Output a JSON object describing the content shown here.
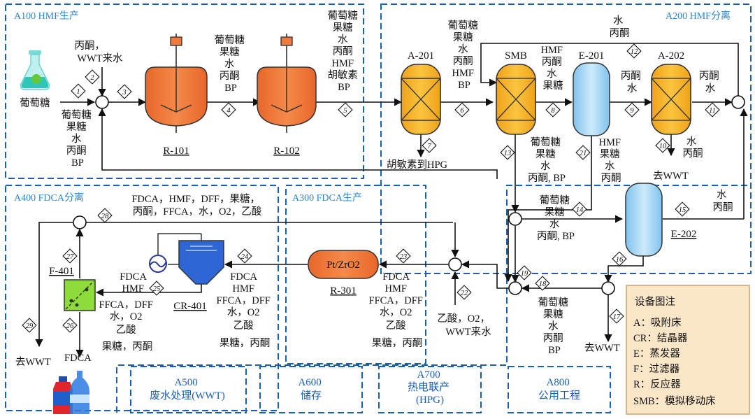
{
  "areas": {
    "a100": "A100 HMF生产",
    "a200": "A200 HMF分离",
    "a300": "A300 FDCA生产",
    "a400": "A400 FDCA分离",
    "a500": [
      "A500",
      "废水处理(WWT)"
    ],
    "a600": [
      "A600",
      "储存"
    ],
    "a700": [
      "A700",
      "热电联产",
      "(HPG)"
    ],
    "a800": [
      "A800",
      "公用工程"
    ]
  },
  "equipment": {
    "r101": "R-101",
    "r102": "R-102",
    "a201": "A-201",
    "smb": "SMB",
    "e201": "E-201",
    "a202": "A-202",
    "e202": "E-202",
    "r301": "R-301",
    "r301_catalyst": "Pt/ZrO2",
    "cr401": "CR-401",
    "f401": "F-401"
  },
  "streams": [
    "1",
    "2",
    "3",
    "4",
    "5",
    "6",
    "7",
    "8",
    "9",
    "10",
    "11",
    "12",
    "13",
    "14",
    "15",
    "16",
    "17",
    "18",
    "19",
    "21",
    "22",
    "23",
    "24",
    "25",
    "26",
    "27",
    "28",
    "29"
  ],
  "labels": {
    "glucose": "葡萄糖",
    "acetone_wwt": [
      "丙酮，",
      "WWT来水"
    ],
    "s4": [
      "葡萄糖",
      "果糖",
      "水",
      "丙酮",
      "BP"
    ],
    "s5": [
      "葡萄糖",
      "果糖",
      "水",
      "丙酮",
      "HMF",
      "胡敏素",
      "BP"
    ],
    "recycle20": [
      "葡萄糖",
      "果糖",
      "水",
      "丙酮",
      "BP"
    ],
    "s6": [
      "葡萄糖",
      "果糖",
      "水",
      "丙酮",
      "HMF",
      "BP"
    ],
    "humins_hpg": "胡敏素到HPG",
    "s8": [
      "HMF",
      "丙酮",
      "水",
      "果糖"
    ],
    "s12": [
      "水",
      "丙酮"
    ],
    "s9": [
      "丙酮",
      "水"
    ],
    "s11": [
      "丙酮",
      "水"
    ],
    "s10": [
      "水",
      "丙酮"
    ],
    "to_wwt": "去WWT",
    "s13": [
      "葡萄糖",
      "果糖",
      "水",
      "丙酮, BP"
    ],
    "s21": [
      "HMF",
      "果糖",
      "水",
      "丙酮"
    ],
    "s14": [
      "葡萄糖",
      "果糖",
      "水",
      "丙酮, BP"
    ],
    "s15": [
      "水",
      "丙酮"
    ],
    "s18": [
      "葡萄糖",
      "果糖",
      "水",
      "丙酮",
      "BP"
    ],
    "s28": [
      "FDCA，HMF，DFF，果糖，",
      "丙酮，FFCA，水，O2，乙酸"
    ],
    "s22": [
      "乙酸，O2，",
      "WWT来水"
    ],
    "s23": [
      "FDCA",
      "HMF",
      "FFCA，DFF",
      "水，O2",
      "乙酸",
      "果糖，丙酮"
    ],
    "s24": [
      "FDCA",
      "HMF",
      "FFCA，DFF",
      "水，O2",
      "乙酸",
      "果糖，丙酮"
    ],
    "s25": [
      "FDCA",
      "HMF",
      "FFCA，DFF",
      "水，O2",
      "乙酸",
      "果糖，丙酮"
    ],
    "fdca": "FDCA"
  },
  "legend": {
    "title": "设备图注",
    "items": [
      "A：吸附床",
      "CR：结晶器",
      "E：蒸发器",
      "F：过滤器",
      "R：反应器",
      "SMB：模拟移动床"
    ]
  },
  "colors": {
    "area_border": "#1a5fb4",
    "area_title": "#2e86c9",
    "reactor": "#f07a3c",
    "adsorber": "#f5b425",
    "evaporator": "#a9d8f5",
    "crystallizer": "#2e66d6",
    "filter": "#8ddc3a",
    "legend_bg": "#fbe6c8",
    "legend_border": "#c9a36a"
  }
}
